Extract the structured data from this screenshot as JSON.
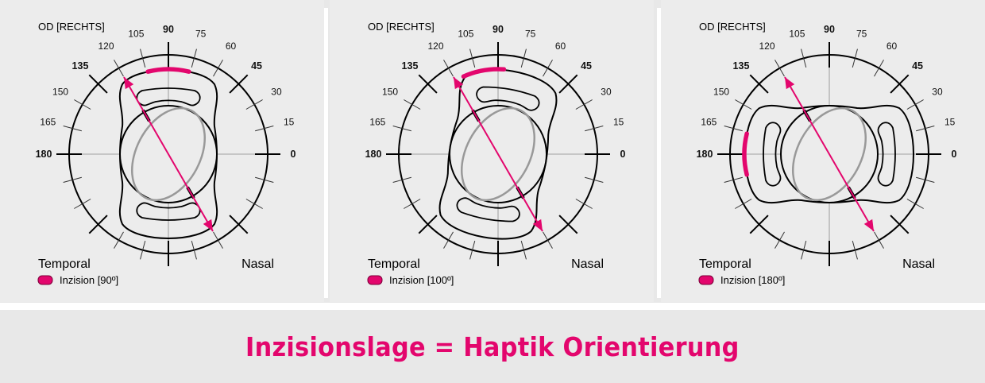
{
  "panels": [
    {
      "eye_label": "OD [RECHTS]",
      "angles": [
        "0",
        "15",
        "30",
        "45",
        "60",
        "75",
        "90",
        "105",
        "120",
        "135",
        "150",
        "165",
        "180"
      ],
      "temporal_label": "Temporal",
      "nasal_label": "Nasal",
      "legend_text": "Inzision [90º]",
      "incision_deg": 90,
      "arrow_deg": 120,
      "lens_rotation_deg": 0
    },
    {
      "eye_label": "OD [RECHTS]",
      "angles": [
        "0",
        "15",
        "30",
        "45",
        "60",
        "75",
        "90",
        "105",
        "120",
        "135",
        "150",
        "165",
        "180"
      ],
      "temporal_label": "Temporal",
      "nasal_label": "Nasal",
      "legend_text": "Inzision [100º]",
      "incision_deg": 100,
      "arrow_deg": 120,
      "lens_rotation_deg": -10
    },
    {
      "eye_label": "OD [RECHTS]",
      "angles": [
        "0",
        "15",
        "30",
        "45",
        "60",
        "75",
        "90",
        "105",
        "120",
        "135",
        "150",
        "165",
        "180"
      ],
      "temporal_label": "Temporal",
      "nasal_label": "Nasal",
      "legend_text": "Inzision [180º]",
      "incision_deg": 180,
      "arrow_deg": 120,
      "lens_rotation_deg": -90
    }
  ],
  "footer": {
    "title": "Inzisionslage = Haptik Orientierung"
  },
  "colors": {
    "accent": "#e3066d",
    "background": "#ececec",
    "ellipse": "#999999"
  }
}
